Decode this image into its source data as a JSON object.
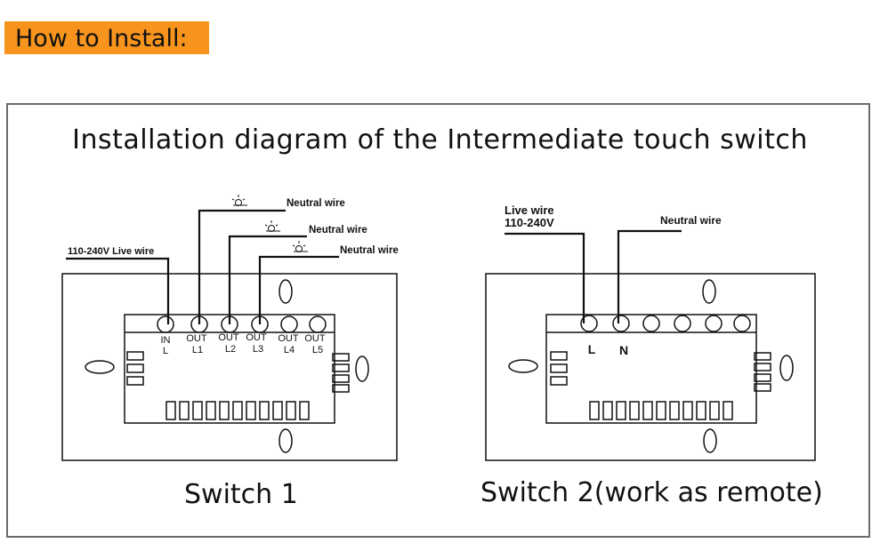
{
  "header": {
    "title": "How to Install:"
  },
  "diagram": {
    "title": "Installation diagram of the Intermediate touch switch",
    "switch1": {
      "caption": "Switch 1",
      "supply_label": "110-240V Live wire",
      "neutral_labels": [
        "Neutral wire",
        "Neutral wire",
        "Neutral wire"
      ],
      "terminal_top": [
        "IN",
        "OUT",
        "OUT",
        "OUT",
        "OUT",
        "OUT"
      ],
      "terminal_bottom": [
        "L",
        "L1",
        "L2",
        "L3",
        "L4",
        "L5"
      ]
    },
    "switch2": {
      "caption": "Switch 2(work as remote)",
      "live_label_line1": "Live wire",
      "live_label_line2": "110-240V",
      "neutral_label": "Neutral wire",
      "terminal_l": "L",
      "terminal_n": "N"
    }
  },
  "colors": {
    "badge": "#f7941d",
    "stroke": "#111111",
    "frame": "#6b6b6b"
  },
  "icons": [
    "lamp-icon"
  ]
}
